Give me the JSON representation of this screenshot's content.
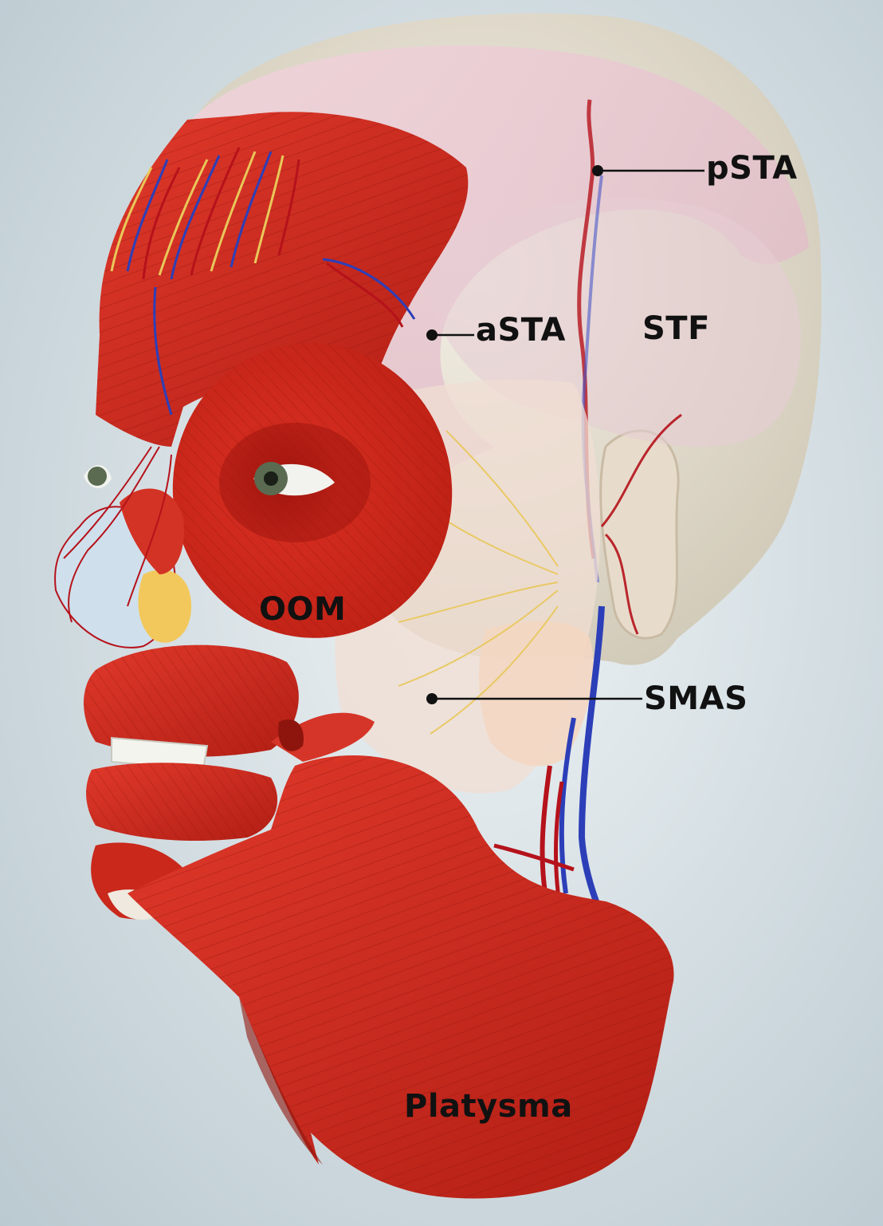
{
  "labels": {
    "pSTA": "pSTA",
    "aSTA": "aSTA",
    "STF": "STF",
    "OOM": "OOM",
    "SMAS": "SMAS",
    "Platysma": "Platysma"
  },
  "colors": {
    "background": "#d6e1e6",
    "muscle": "#cf2a1e",
    "muscle_dark": "#9e1a12",
    "skull": "#e9e4d6",
    "fascia": "#e8c8cf",
    "artery": "#b5121b",
    "vein": "#2c3fb8",
    "nerve": "#e9c85a",
    "label_text": "#111111"
  }
}
